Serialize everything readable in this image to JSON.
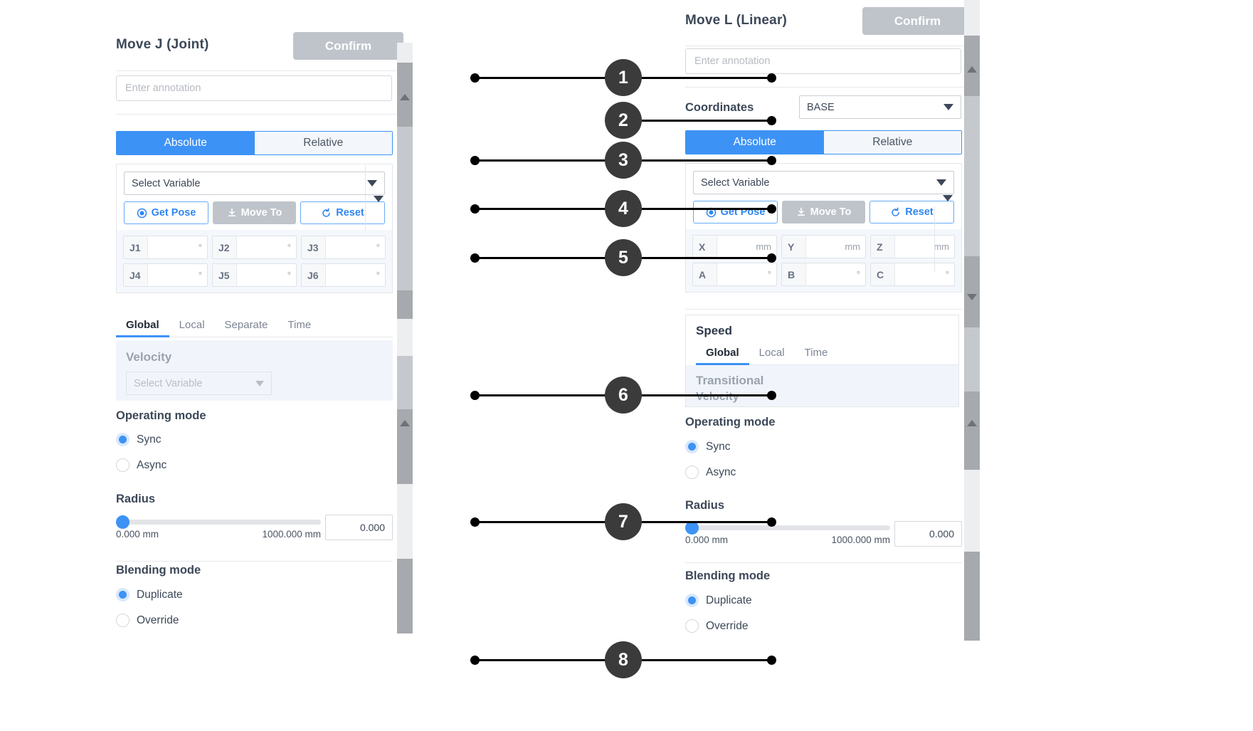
{
  "left_panel": {
    "title": "Move J (Joint)",
    "confirm_label": "Confirm",
    "annotation_placeholder": "Enter annotation",
    "mode_toggle": {
      "absolute": "Absolute",
      "relative": "Relative"
    },
    "pose": {
      "select_variable": "Select Variable",
      "get_pose": "Get Pose",
      "move_to": "Move To",
      "reset": "Reset",
      "fields": [
        {
          "label": "J1",
          "value": "",
          "unit": "°"
        },
        {
          "label": "J2",
          "value": "",
          "unit": "°"
        },
        {
          "label": "J3",
          "value": "",
          "unit": "°"
        },
        {
          "label": "J4",
          "value": "",
          "unit": "°"
        },
        {
          "label": "J5",
          "value": "",
          "unit": "°"
        },
        {
          "label": "J6",
          "value": "",
          "unit": "°"
        }
      ]
    },
    "speed_tabs": [
      "Global",
      "Local",
      "Separate",
      "Time"
    ],
    "speed_active_tab": "Global",
    "velocity_title": "Velocity",
    "velocity_select": "Select Variable",
    "operating_mode": {
      "label": "Operating mode",
      "options": [
        "Sync",
        "Async"
      ],
      "selected": "Sync"
    },
    "radius": {
      "label": "Radius",
      "min": "0.000 mm",
      "max": "1000.000 mm",
      "value": "0.000"
    },
    "blending_mode": {
      "label": "Blending mode",
      "options": [
        "Duplicate",
        "Override"
      ],
      "selected": "Duplicate"
    }
  },
  "right_panel": {
    "title": "Move L (Linear)",
    "confirm_label": "Confirm",
    "annotation_placeholder": "Enter annotation",
    "coordinates": {
      "label": "Coordinates",
      "value": "BASE"
    },
    "mode_toggle": {
      "absolute": "Absolute",
      "relative": "Relative"
    },
    "pose": {
      "select_variable": "Select Variable",
      "get_pose": "Get Pose",
      "move_to": "Move To",
      "reset": "Reset",
      "fields": [
        {
          "label": "X",
          "value": "",
          "unit": "mm"
        },
        {
          "label": "Y",
          "value": "",
          "unit": "mm"
        },
        {
          "label": "Z",
          "value": "",
          "unit": "mm"
        },
        {
          "label": "A",
          "value": "",
          "unit": "°"
        },
        {
          "label": "B",
          "value": "",
          "unit": "°"
        },
        {
          "label": "C",
          "value": "",
          "unit": "°"
        }
      ]
    },
    "speed_card_title": "Speed",
    "speed_tabs": [
      "Global",
      "Local",
      "Time"
    ],
    "speed_active_tab": "Global",
    "transitional_title": "Transitional",
    "transitional_sub": "Velocity",
    "operating_mode": {
      "label": "Operating mode",
      "options": [
        "Sync",
        "Async"
      ],
      "selected": "Sync"
    },
    "radius": {
      "label": "Radius",
      "min": "0.000 mm",
      "max": "1000.000 mm",
      "value": "0.000"
    },
    "blending_mode": {
      "label": "Blending mode",
      "options": [
        "Duplicate",
        "Override"
      ],
      "selected": "Duplicate"
    }
  },
  "callouts": [
    {
      "number": "1"
    },
    {
      "number": "2"
    },
    {
      "number": "3"
    },
    {
      "number": "4"
    },
    {
      "number": "5"
    },
    {
      "number": "6"
    },
    {
      "number": "7"
    },
    {
      "number": "8"
    }
  ],
  "colors": {
    "accent": "#3d92f5",
    "accent_soft": "#d9e8fb",
    "disabled": "#bfc4cb",
    "text": "#3c4858",
    "muted": "#9aa2ae",
    "panel_bg": "#f1f5fb",
    "callout_bg": "#3b3b3b"
  }
}
